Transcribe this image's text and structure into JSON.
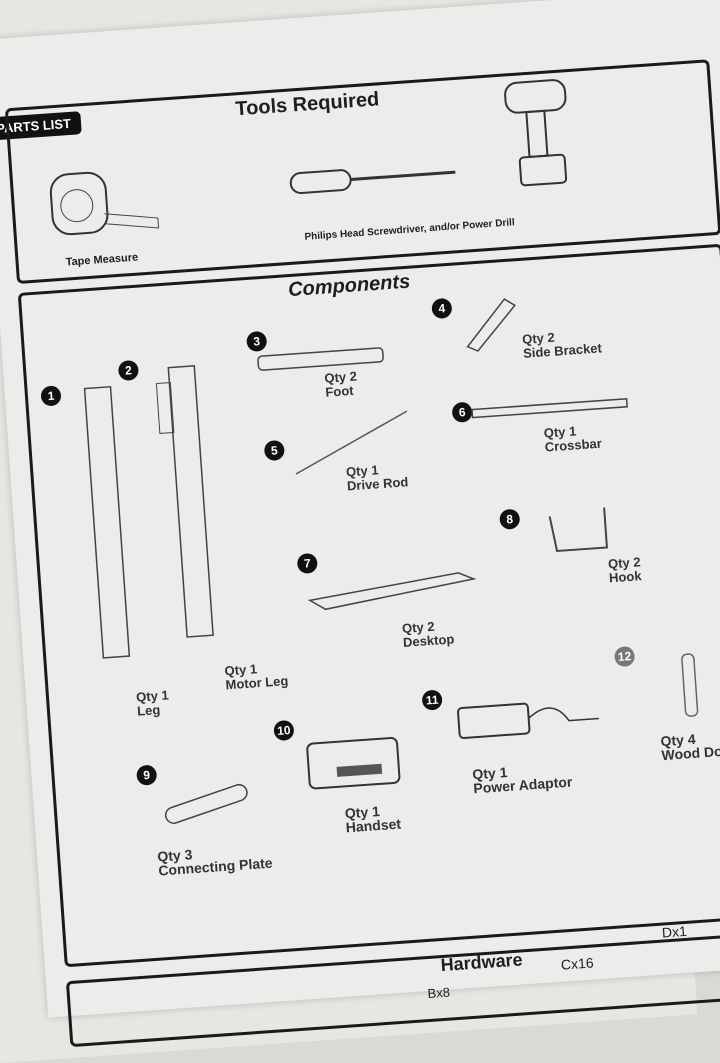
{
  "header": {
    "badge": "PARTS LIST"
  },
  "tools": {
    "title": "Tools Required",
    "items": [
      {
        "label": "Tape Measure"
      },
      {
        "label": "Philips Head Screwdriver, and/or Power Drill"
      }
    ]
  },
  "components": {
    "title": "Components",
    "items": [
      {
        "num": "1",
        "qty": "Qty 1",
        "name": "Leg"
      },
      {
        "num": "2",
        "qty": "Qty 1",
        "name": "Motor Leg"
      },
      {
        "num": "3",
        "qty": "Qty 2",
        "name": "Foot"
      },
      {
        "num": "4",
        "qty": "Qty 2",
        "name": "Side Bracket"
      },
      {
        "num": "5",
        "qty": "Qty 1",
        "name": "Drive Rod"
      },
      {
        "num": "6",
        "qty": "Qty 1",
        "name": "Crossbar"
      },
      {
        "num": "7",
        "qty": "Qty 2",
        "name": "Desktop"
      },
      {
        "num": "8",
        "qty": "Qty 2",
        "name": "Hook"
      },
      {
        "num": "9",
        "qty": "Qty 3",
        "name": "Connecting Plate"
      },
      {
        "num": "10",
        "qty": "Qty 1",
        "name": "Handset"
      },
      {
        "num": "11",
        "qty": "Qty 1",
        "name": "Power Adaptor"
      },
      {
        "num": "12",
        "qty": "Qty 4",
        "name": "Wood Dowel"
      }
    ]
  },
  "hardware": {
    "title": "Hardware",
    "labels": [
      "Bx8",
      "Cx16",
      "Dx1"
    ]
  }
}
